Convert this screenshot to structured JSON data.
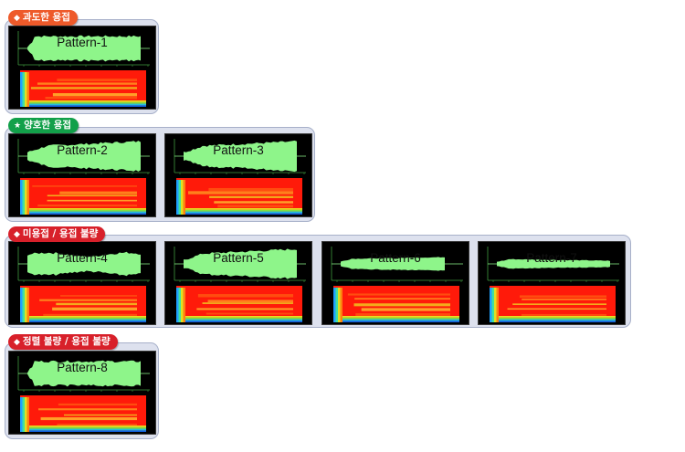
{
  "colors": {
    "excessive_tag": "#ee5a2a",
    "good_tag": "#12a04a",
    "defect_tag": "#d8202a",
    "waveform": "#8ef58a",
    "spectrogram_base": "#ff1a0a"
  },
  "groups": [
    {
      "label": "과도한 용접",
      "icon": "◆",
      "icon_name": "diamond-icon",
      "patterns": [
        "Pattern-1"
      ]
    },
    {
      "label": "양호한 용접",
      "icon": "★",
      "icon_name": "star-icon",
      "patterns": [
        "Pattern-2",
        "Pattern-3"
      ]
    },
    {
      "label": "미용접 / 용접 불량",
      "icon": "◆",
      "icon_name": "diamond-icon",
      "patterns": [
        "Pattern-4",
        "Pattern-5",
        "Pattern-6",
        "Pattern-7"
      ]
    },
    {
      "label": "정렬 불량 / 용접 불량",
      "icon": "◆",
      "icon_name": "diamond-icon",
      "patterns": [
        "Pattern-8"
      ]
    }
  ]
}
